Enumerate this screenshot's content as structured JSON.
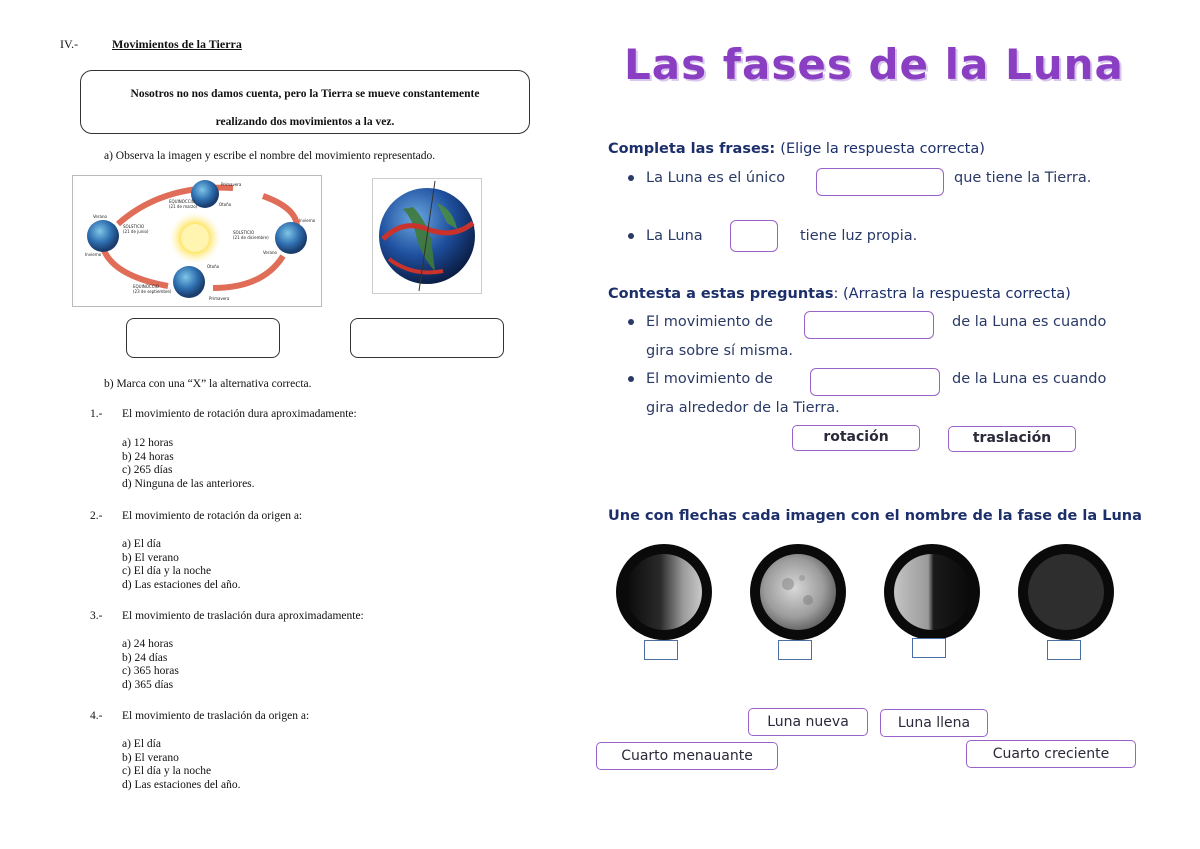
{
  "left": {
    "section_num": "IV.-",
    "section_title": "Movimientos de la Tierra",
    "intro_line1": "Nosotros no nos damos cuenta, pero la Tierra se mueve constantemente",
    "intro_line2": "realizando  dos movimientos a la vez.",
    "part_a": "a)  Observa la imagen y escribe el nombre del movimiento representado.",
    "orbit_labels": {
      "equinoccio_top": "EQUINOCCIO",
      "equinoccio_top_date": "(21 de marzo)",
      "primavera_top": "Primavera",
      "otono_top": "Otoño",
      "verano": "Verano",
      "solsticio_left": "SOLSTICIO",
      "solsticio_left_date": "(21 de junio)",
      "invierno": "Invierno",
      "solsticio_right": "SOLSTICIO",
      "solsticio_right_date": "(21 de diciembre)",
      "verano_right": "Verano",
      "invierno_left": "Invierno",
      "otono_bottom": "Otoño",
      "equinoccio_bottom": "EQUINOCCIO",
      "equinoccio_bottom_date": "(23 de septiembre)",
      "primavera_bottom": "Primavera"
    },
    "part_b": "b)  Marca con una “X” la alternativa correcta.",
    "questions": [
      {
        "num": "1.-",
        "text": "El movimiento de rotación dura aproximadamente:",
        "options": [
          "a)  12 horas",
          "b)  24 horas",
          "c)  265 días",
          "d)  Ninguna de las anteriores."
        ]
      },
      {
        "num": "2.-",
        "text": "El movimiento de rotación da origen a:",
        "options": [
          "a)  El día",
          "b)  El verano",
          "c)  El día y la noche",
          "d)  Las estaciones del año."
        ]
      },
      {
        "num": "3.-",
        "text": "El movimiento de traslación dura aproximadamente:",
        "options": [
          "a)  24 horas",
          "b)  24 días",
          "c)  365 horas",
          "d)  365 días"
        ]
      },
      {
        "num": "4.-",
        "text": "El movimiento de traslación da origen a:",
        "options": [
          "a)  El día",
          "b)  El verano",
          "c)  El día y la noche",
          "d)  Las estaciones del año."
        ]
      }
    ]
  },
  "right": {
    "title": "Las fases de la Luna",
    "complete_heading_bold": "Completa las frases: ",
    "complete_heading_rest": "(Elige la respuesta correcta)",
    "s1_before": "La Luna es el único",
    "s1_after": "que tiene la Tierra.",
    "s2_before": "La Luna",
    "s2_after": "tiene luz propia.",
    "answer_heading_bold": "Contesta a estas preguntas",
    "answer_heading_rest": ": (Arrastra la respuesta correcta)",
    "q1_before": "El movimiento de",
    "q1_after": "de la Luna es cuando",
    "q1_cont": "gira sobre sí misma.",
    "q2_before": "El movimiento de",
    "q2_after": "de la Luna es cuando",
    "q2_cont": "gira alrededor de la Tierra.",
    "chip_rotacion": "rotación",
    "chip_traslacion": "traslación",
    "match_heading": "Une con flechas cada imagen con el nombre de la fase de la Luna",
    "phase_chips": [
      "Luna nueva",
      "Luna llena",
      "Cuarto menauante",
      "Cuarto creciente"
    ],
    "moon_phases": [
      "waning-gibbous-icon",
      "full-moon-icon",
      "first-quarter-icon",
      "new-moon-icon"
    ],
    "accent_color": "#8a3fc2",
    "heading_color": "#1c2f6b"
  }
}
